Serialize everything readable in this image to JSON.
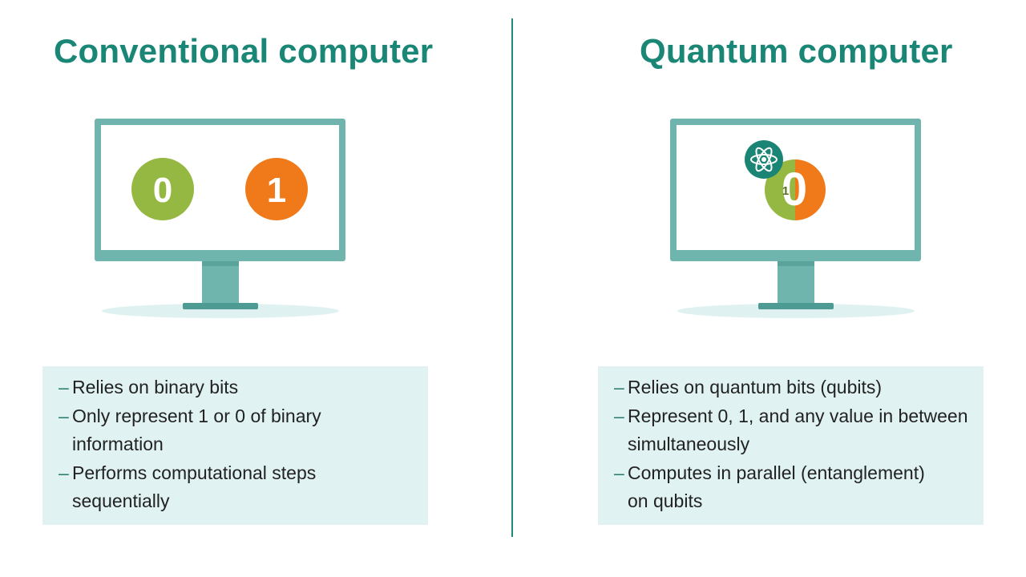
{
  "divider": {},
  "conventional": {
    "title": "Conventional computer",
    "bit_zero": "0",
    "bit_one": "1",
    "points": [
      "Relies on binary bits",
      "Only represent 1 or 0 of binary information",
      "Performs computational steps sequentially"
    ]
  },
  "quantum": {
    "title": "Quantum computer",
    "qubit_outer": "0",
    "qubit_inner": "1",
    "atom_icon": "atom-icon",
    "points": [
      "Relies on quantum bits (qubits)",
      "Represent 0, 1, and any value in between simultaneously",
      "Computes in parallel (entanglement) on qubits"
    ]
  },
  "colors": {
    "title": "#1a8676",
    "monitor": "#6fb5ad",
    "monitor_base": "#dff2f1",
    "divider": "#1f8b7c",
    "info_bg": "#e0f3f2",
    "bit_green": "#95b842",
    "bit_orange": "#f07a1a",
    "atom_bg": "#1b8575"
  }
}
